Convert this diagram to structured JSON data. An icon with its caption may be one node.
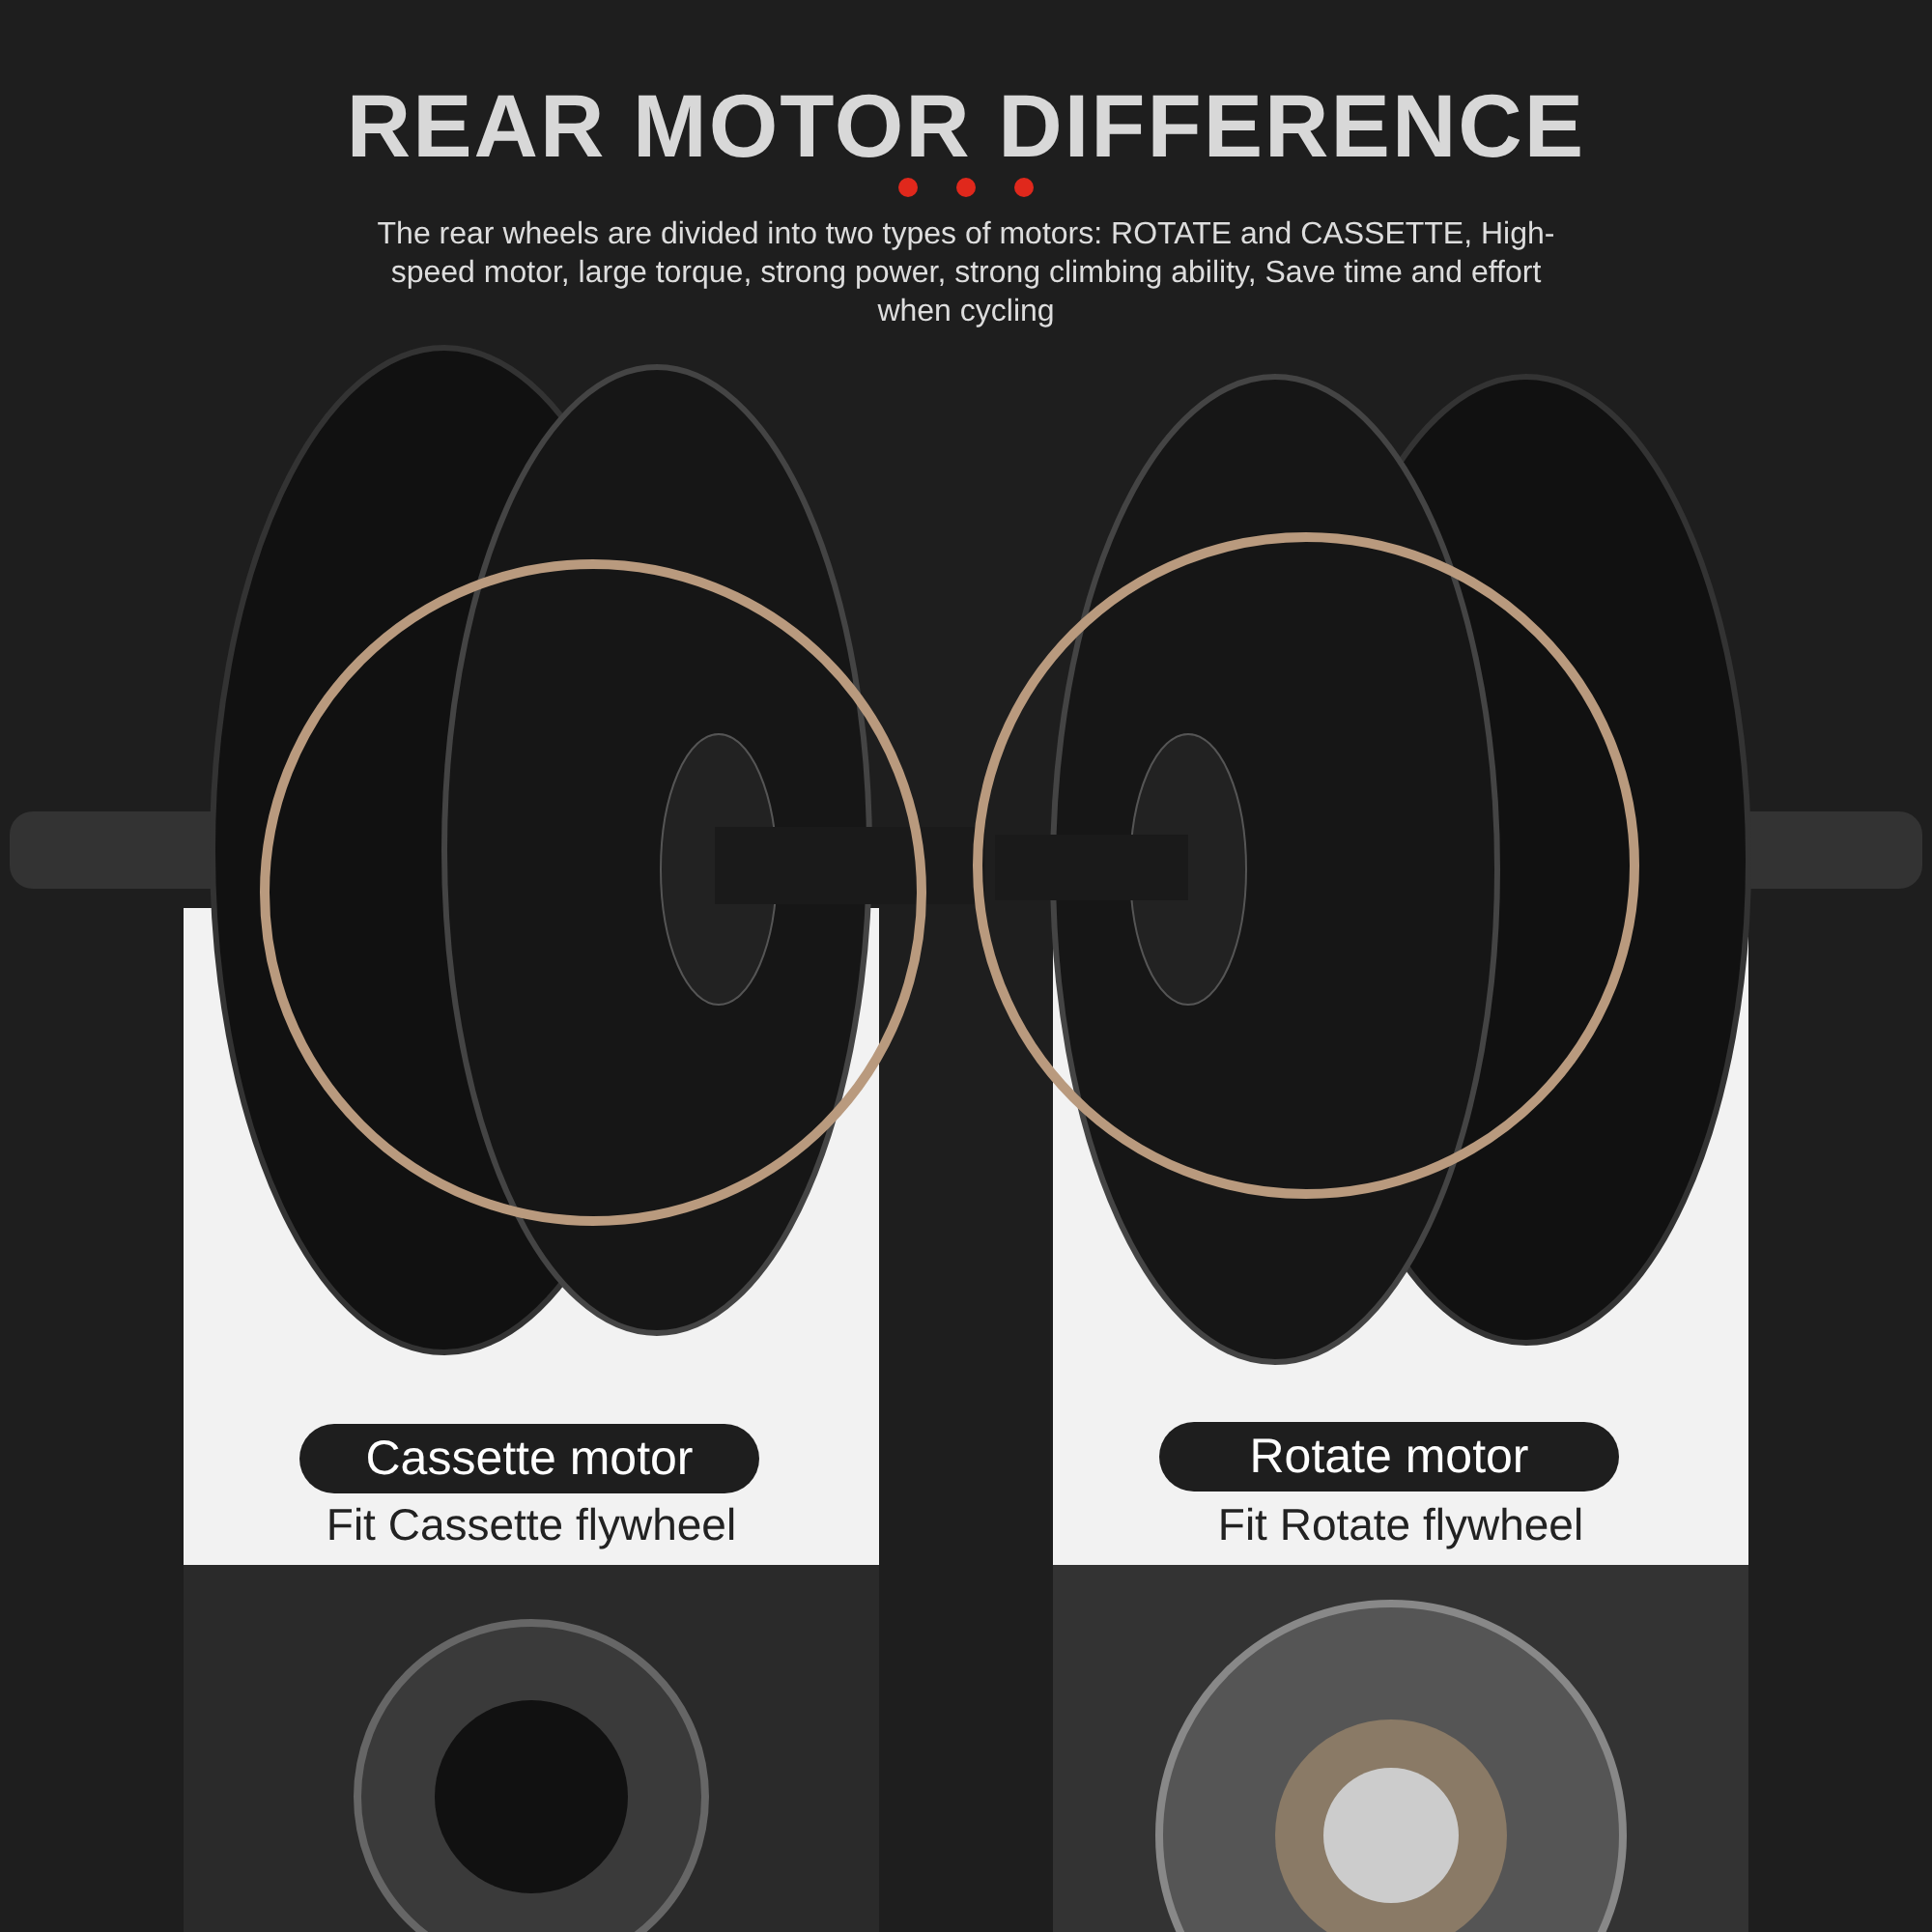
{
  "diagram": {
    "title": "REAR MOTOR DIFFERENCE",
    "nodes": [
      {
        "text": [
          "Cassette motor"
        ],
        "beside": [
          "Fit Cassette flywheel"
        ]
      },
      {
        "text": [
          "Rotate motor"
        ],
        "beside": [
          "Fit Rotate flywheel"
        ]
      }
    ],
    "labels": [
      "The rear wheels are divided into two types of motors: ROTATE and CASSETTE, High-speed motor, large torque, strong power, strong climbing ability, Save time and effort when cycling"
    ]
  }
}
